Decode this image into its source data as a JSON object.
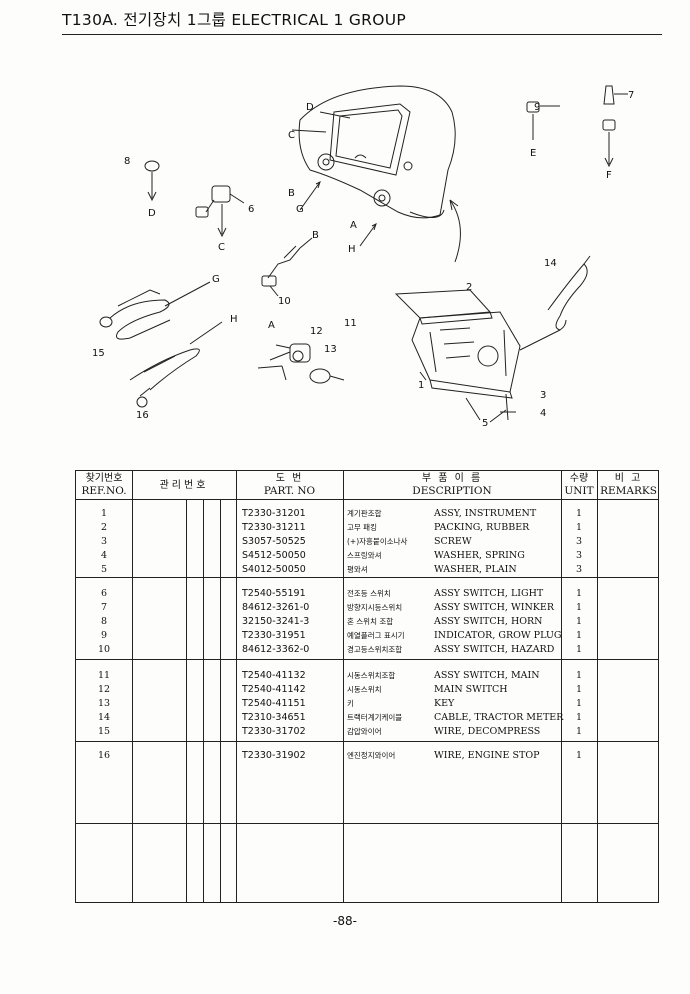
{
  "header": {
    "title": "T130A. 전기장치 1그룹 ELECTRICAL 1 GROUP"
  },
  "callouts": {
    "n1": "1",
    "n2": "2",
    "n3": "3",
    "n4": "4",
    "n5": "5",
    "n6": "6",
    "n7": "7",
    "n8": "8",
    "n9": "9",
    "n10": "10",
    "n11": "11",
    "n12": "12",
    "n13": "13",
    "n14": "14",
    "n15": "15",
    "n16": "16",
    "A": "A",
    "B": "B",
    "C": "C",
    "D": "D",
    "E": "E",
    "F": "F",
    "G": "G",
    "H": "H"
  },
  "table": {
    "headers": {
      "ref_ko": "찾기번호",
      "ref_en": "REF.NO.",
      "mgmt_ko": "관리번호",
      "part_ko": "도    번",
      "part_en": "PART. NO",
      "desc_ko": "부  품  이  름",
      "desc_en": "DESCRIPTION",
      "unit_ko": "수량",
      "unit_en": "UNIT",
      "remarks_ko": "비    고",
      "remarks_en": "REMARKS"
    },
    "rows": [
      {
        "ref": "1",
        "part": "T2330-31201",
        "ko": "계기판조합",
        "desc": "ASSY, INSTRUMENT",
        "unit": "1"
      },
      {
        "ref": "2",
        "part": "T2330-31211",
        "ko": "고무 패킹",
        "desc": "PACKING, RUBBER",
        "unit": "1"
      },
      {
        "ref": "3",
        "part": "S3057-50525",
        "ko": "(+)자흥붙이소나사",
        "desc": "SCREW",
        "unit": "3"
      },
      {
        "ref": "4",
        "part": "S4512-50050",
        "ko": "스프링와셔",
        "desc": "WASHER, SPRING",
        "unit": "3"
      },
      {
        "ref": "5",
        "part": "S4012-50050",
        "ko": "평와셔",
        "desc": "WASHER, PLAIN",
        "unit": "3"
      },
      {
        "ref": "6",
        "part": "T2540-55191",
        "ko": "전조등 스위치",
        "desc": "ASSY SWITCH, LIGHT",
        "unit": "1"
      },
      {
        "ref": "7",
        "part": "84612-3261-0",
        "ko": "방향지시등스위치",
        "desc": "ASSY SWITCH, WINKER",
        "unit": "1"
      },
      {
        "ref": "8",
        "part": "32150-3241-3",
        "ko": "혼 스위치 조합",
        "desc": "ASSY SWITCH, HORN",
        "unit": "1"
      },
      {
        "ref": "9",
        "part": "T2330-31951",
        "ko": "예열플러그 표시기",
        "desc": "INDICATOR, GROW PLUG",
        "unit": "1"
      },
      {
        "ref": "10",
        "part": "84612-3362-0",
        "ko": "경고등스위치조합",
        "desc": "ASSY SWITCH, HAZARD",
        "unit": "1"
      },
      {
        "ref": "11",
        "part": "T2540-41132",
        "ko": "시동스위치조합",
        "desc": "ASSY SWITCH, MAIN",
        "unit": "1"
      },
      {
        "ref": "12",
        "part": "T2540-41142",
        "ko": "시동스위치",
        "desc": "MAIN SWITCH",
        "unit": "1"
      },
      {
        "ref": "13",
        "part": "T2540-41151",
        "ko": "키",
        "desc": "KEY",
        "unit": "1"
      },
      {
        "ref": "14",
        "part": "T2310-34651",
        "ko": "트랙터계기케이블",
        "desc": "CABLE, TRACTOR METER",
        "unit": "1"
      },
      {
        "ref": "15",
        "part": "T2330-31702",
        "ko": "감압와이어",
        "desc": "WIRE, DECOMPRESS",
        "unit": "1"
      },
      {
        "ref": "16",
        "part": "T2330-31902",
        "ko": "엔진정지와이어",
        "desc": "WIRE, ENGINE STOP",
        "unit": "1"
      }
    ]
  },
  "footer": {
    "page": "-88-"
  }
}
